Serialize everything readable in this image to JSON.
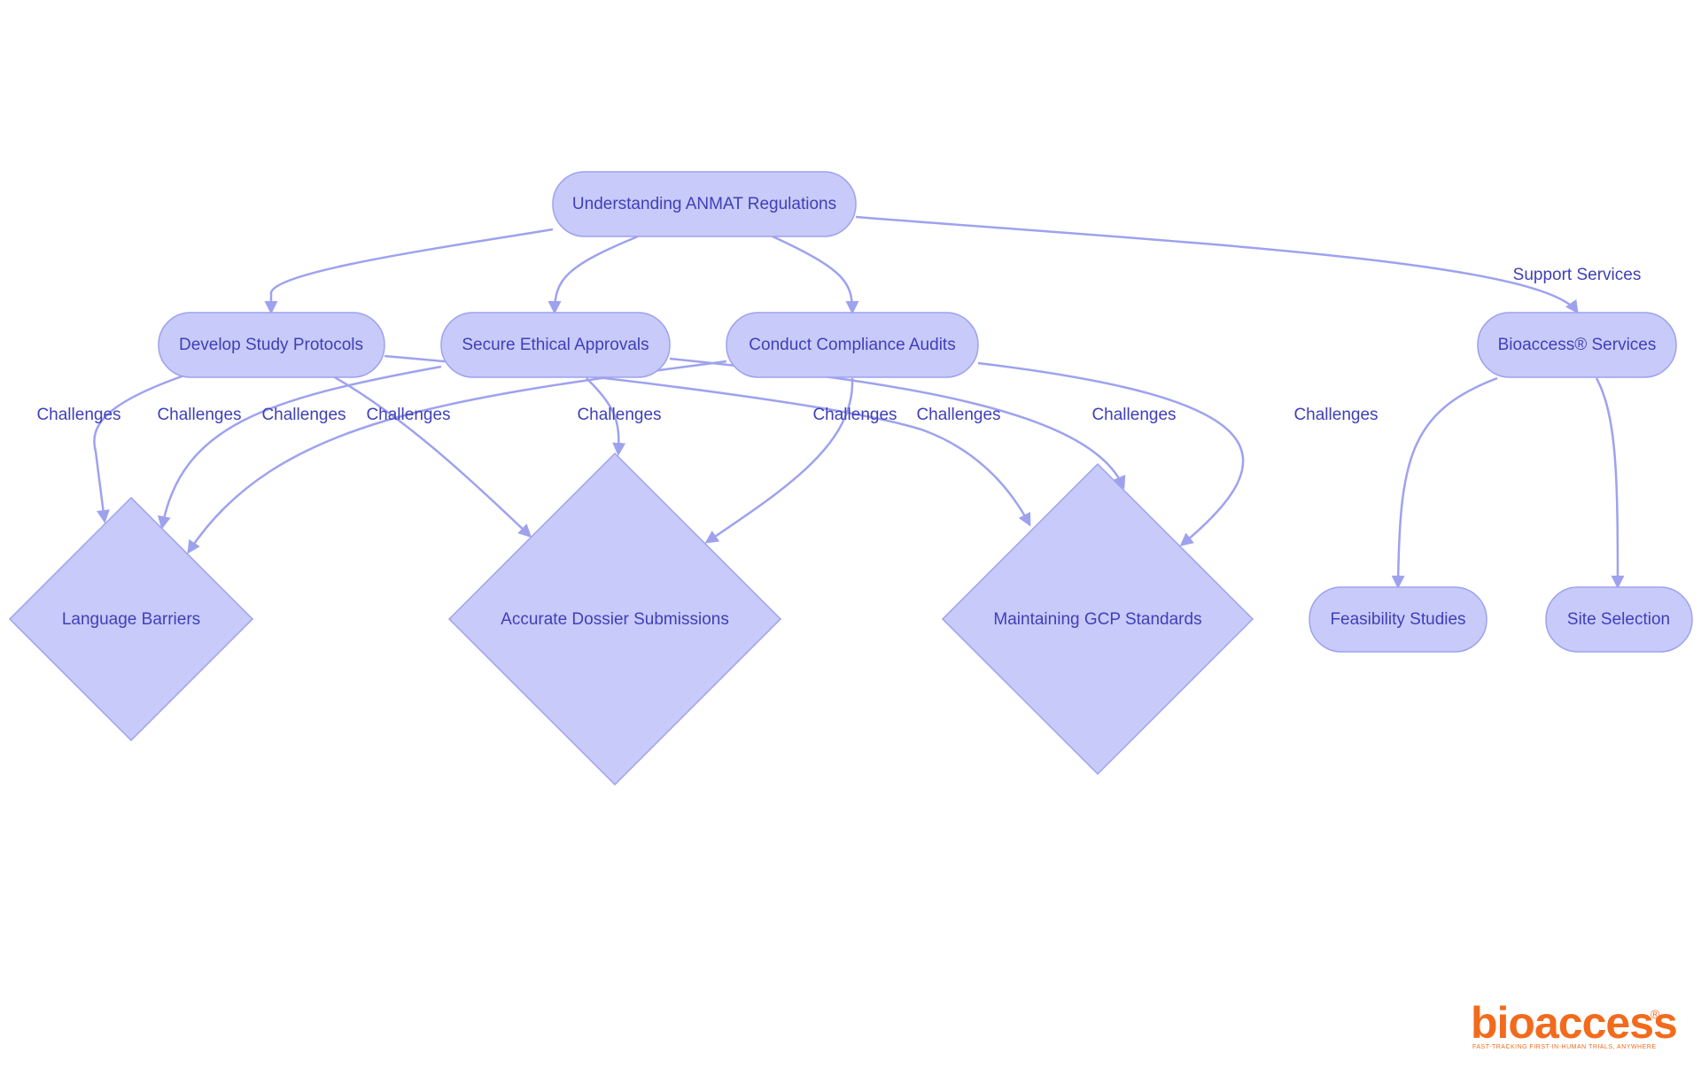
{
  "colors": {
    "node_fill": "#c8caf9",
    "node_stroke": "#9ea2ee",
    "edge": "#9ea2ee",
    "text": "#3f3fb8",
    "logo": "#f26b1d"
  },
  "nodes": {
    "root": "Understanding ANMAT Regulations",
    "protocols": "Develop Study Protocols",
    "ethics": "Secure Ethical Approvals",
    "audits": "Conduct Compliance Audits",
    "services": "Bioaccess® Services",
    "language": "Language Barriers",
    "dossier": "Accurate Dossier Submissions",
    "gcp": "Maintaining GCP Standards",
    "feasibility": "Feasibility Studies",
    "site": "Site Selection"
  },
  "edge_labels": {
    "support": "Support Services",
    "challenges": "Challenges"
  },
  "logo": {
    "name": "bioaccess",
    "registered": "®",
    "tagline": "FAST-TRACKING FIRST-IN-HUMAN TRIALS, ANYWHERE"
  }
}
